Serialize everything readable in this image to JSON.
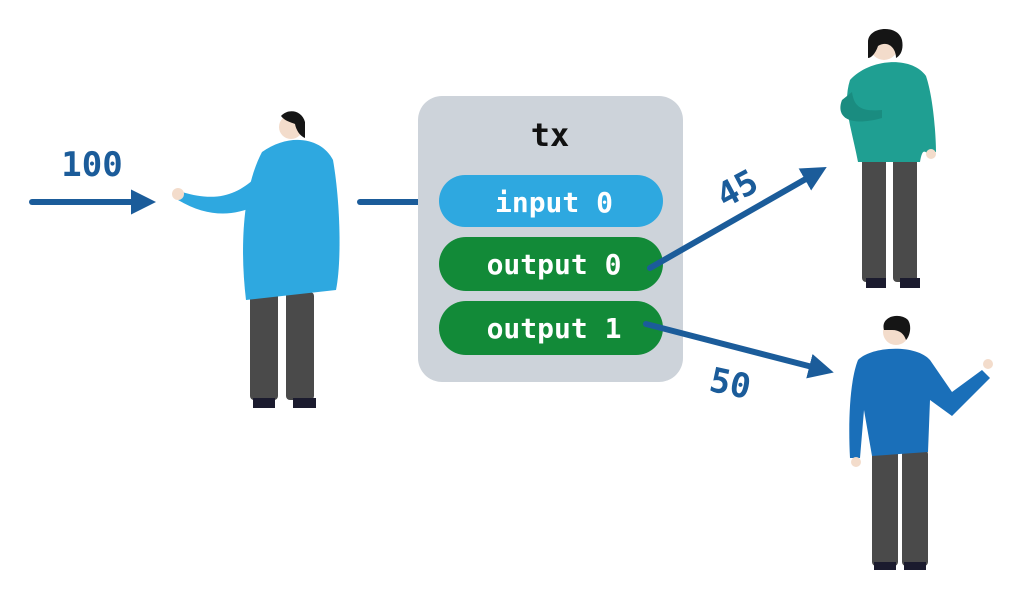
{
  "diagram": {
    "tx_title": "tx",
    "input_label": "input 0",
    "output0_label": "output 0",
    "output1_label": "output 1",
    "incoming_amount": "100",
    "output0_amount": "45",
    "output1_amount": "50"
  },
  "colors": {
    "arrow": "#1b5c9a",
    "amount_text": "#1b5c9a",
    "tx_box": "#cdd3da",
    "input_pill": "#2ea8e0",
    "output_pill": "#128a38",
    "pill_text": "#ffffff",
    "sender_coat": "#2ea8e0",
    "recipient_top_shirt": "#1f9f92",
    "recipient_bottom_shirt": "#1a6fb9",
    "pants": "#4a4a4a",
    "hair": "#151515",
    "skin": "#f3dccb"
  },
  "figures": {
    "sender": "person-sender",
    "recipient_top": "person-recipient-45",
    "recipient_bottom": "person-recipient-50"
  }
}
